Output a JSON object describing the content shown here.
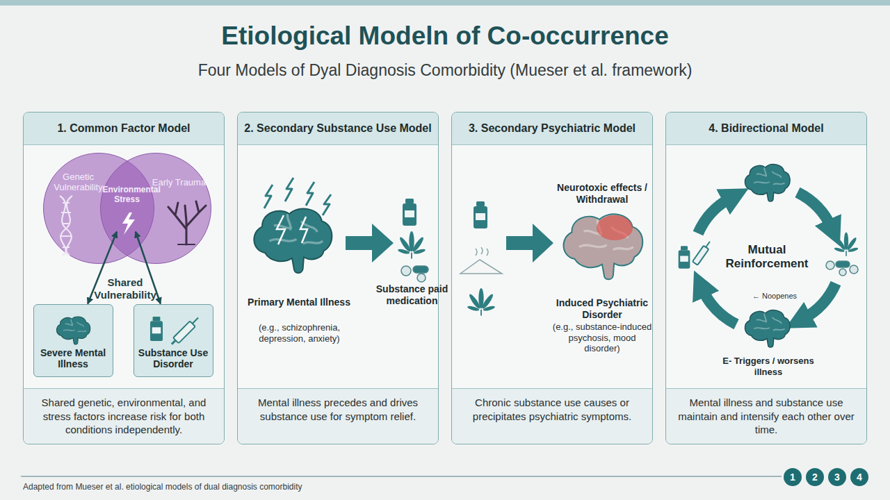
{
  "diagram": {
    "title": "Etiological Modeln of Co-occurrence",
    "caption": "Adapted from Mueser et al. etiological models of dual diagnosis comorbidity",
    "nodes": [
      {
        "text": [
          "1. Common Factor Model",
          "Shared genetic, environmental, and stress factors increase risk for both conditions independently."
        ]
      },
      {
        "text": [
          "Genetic Vulnerability"
        ],
        "in": 0
      },
      {
        "text": [
          "Environmental Stress"
        ],
        "in": 0
      },
      {
        "text": [
          "Early Trauma"
        ],
        "in": 0
      },
      {
        "text": [
          "Severe Mental Illness"
        ],
        "in": 0
      },
      {
        "text": [
          "Substance Use Disorder"
        ],
        "in": 0
      },
      {
        "text": [
          "2. Secondary Substance Use Model",
          "Mental illness precedes and drives substance use for symptom relief."
        ]
      },
      {
        "text": [
          "3. Secondary Psychiatric Model",
          "Chronic substance use causes or precipitates psychiatric symptoms."
        ]
      },
      {
        "text": [
          "4. Bidirectional Model",
          "Mental illness and substance use maintain and intensify each other over time."
        ]
      }
    ],
    "edges": [
      {
        "from": 2,
        "to": 4,
        "arrow": "both"
      },
      {
        "from": 2,
        "to": 5,
        "arrow": "both"
      }
    ],
    "labels": [
      "Four Models of Dyal Diagnosis Comorbidity (Mueser et al. framework)",
      "Shared Vulnerability",
      "Primary Mental Illness",
      "(e.g., schizophrenia, depression, anxiety)",
      "Substance paid medication",
      "Neurotoxic effects / Withdrawal",
      "Induced Psychiatric Disorder",
      "(e.g., substance-induced psychosis, mood disorder)",
      "Mutual Reinforcement",
      "← Noopenes",
      "E- Triggers / worsens illness",
      "1",
      "2",
      "3",
      "4"
    ]
  }
}
